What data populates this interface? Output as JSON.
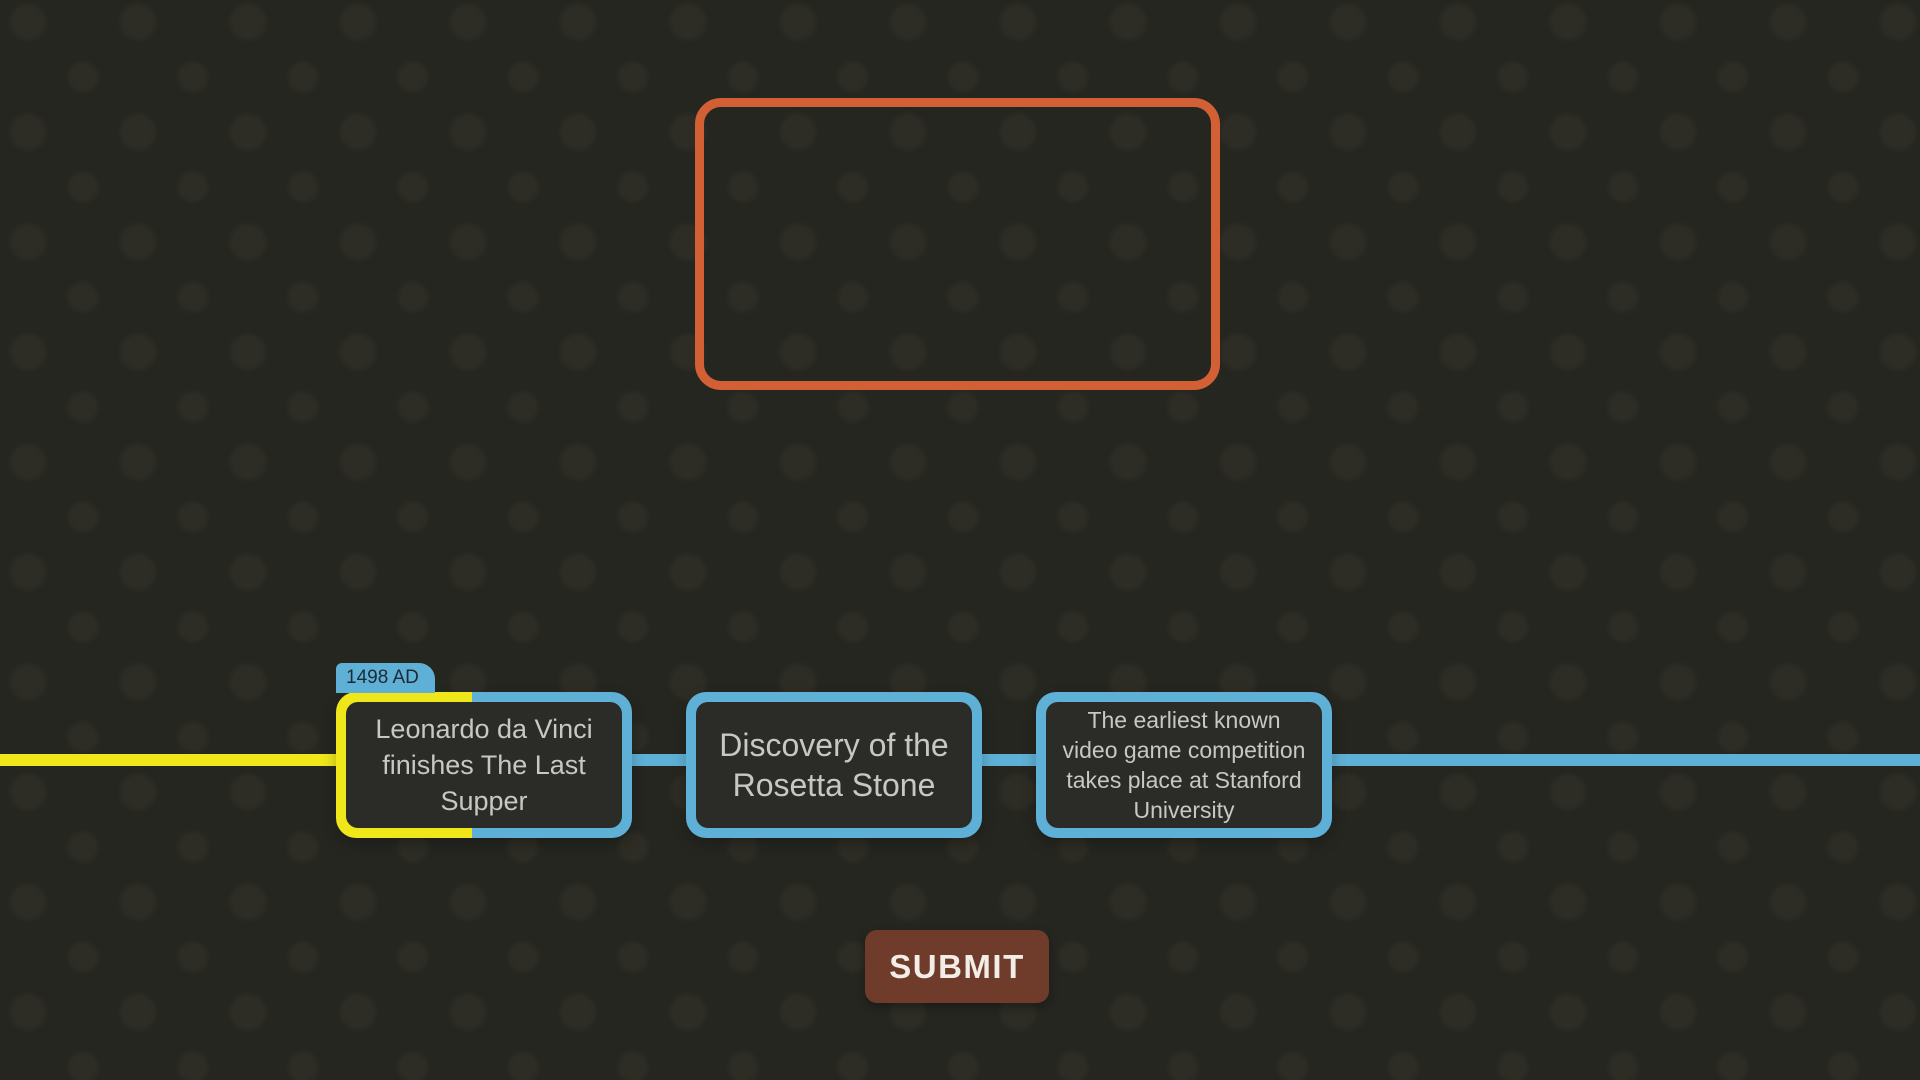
{
  "colors": {
    "background": "#262621",
    "timeline_past": "#efe71a",
    "timeline_future": "#5fb0d6",
    "drop_zone_border": "#d35f35",
    "card_fill": "#2b2b28",
    "card_text": "#c9c7c4",
    "badge_text": "#1e2a32",
    "submit_background": "#6f3b2b",
    "submit_text": "#f3ede8"
  },
  "timeline": {
    "cards": [
      {
        "date_label": "1498 AD",
        "title": "Leonardo da Vinci finishes The Last Supper"
      },
      {
        "title": "Discovery of the Rosetta Stone"
      },
      {
        "title": "The earliest known video game competition takes place at Stanford University"
      }
    ]
  },
  "submit_button": {
    "label": "SUBMIT"
  }
}
